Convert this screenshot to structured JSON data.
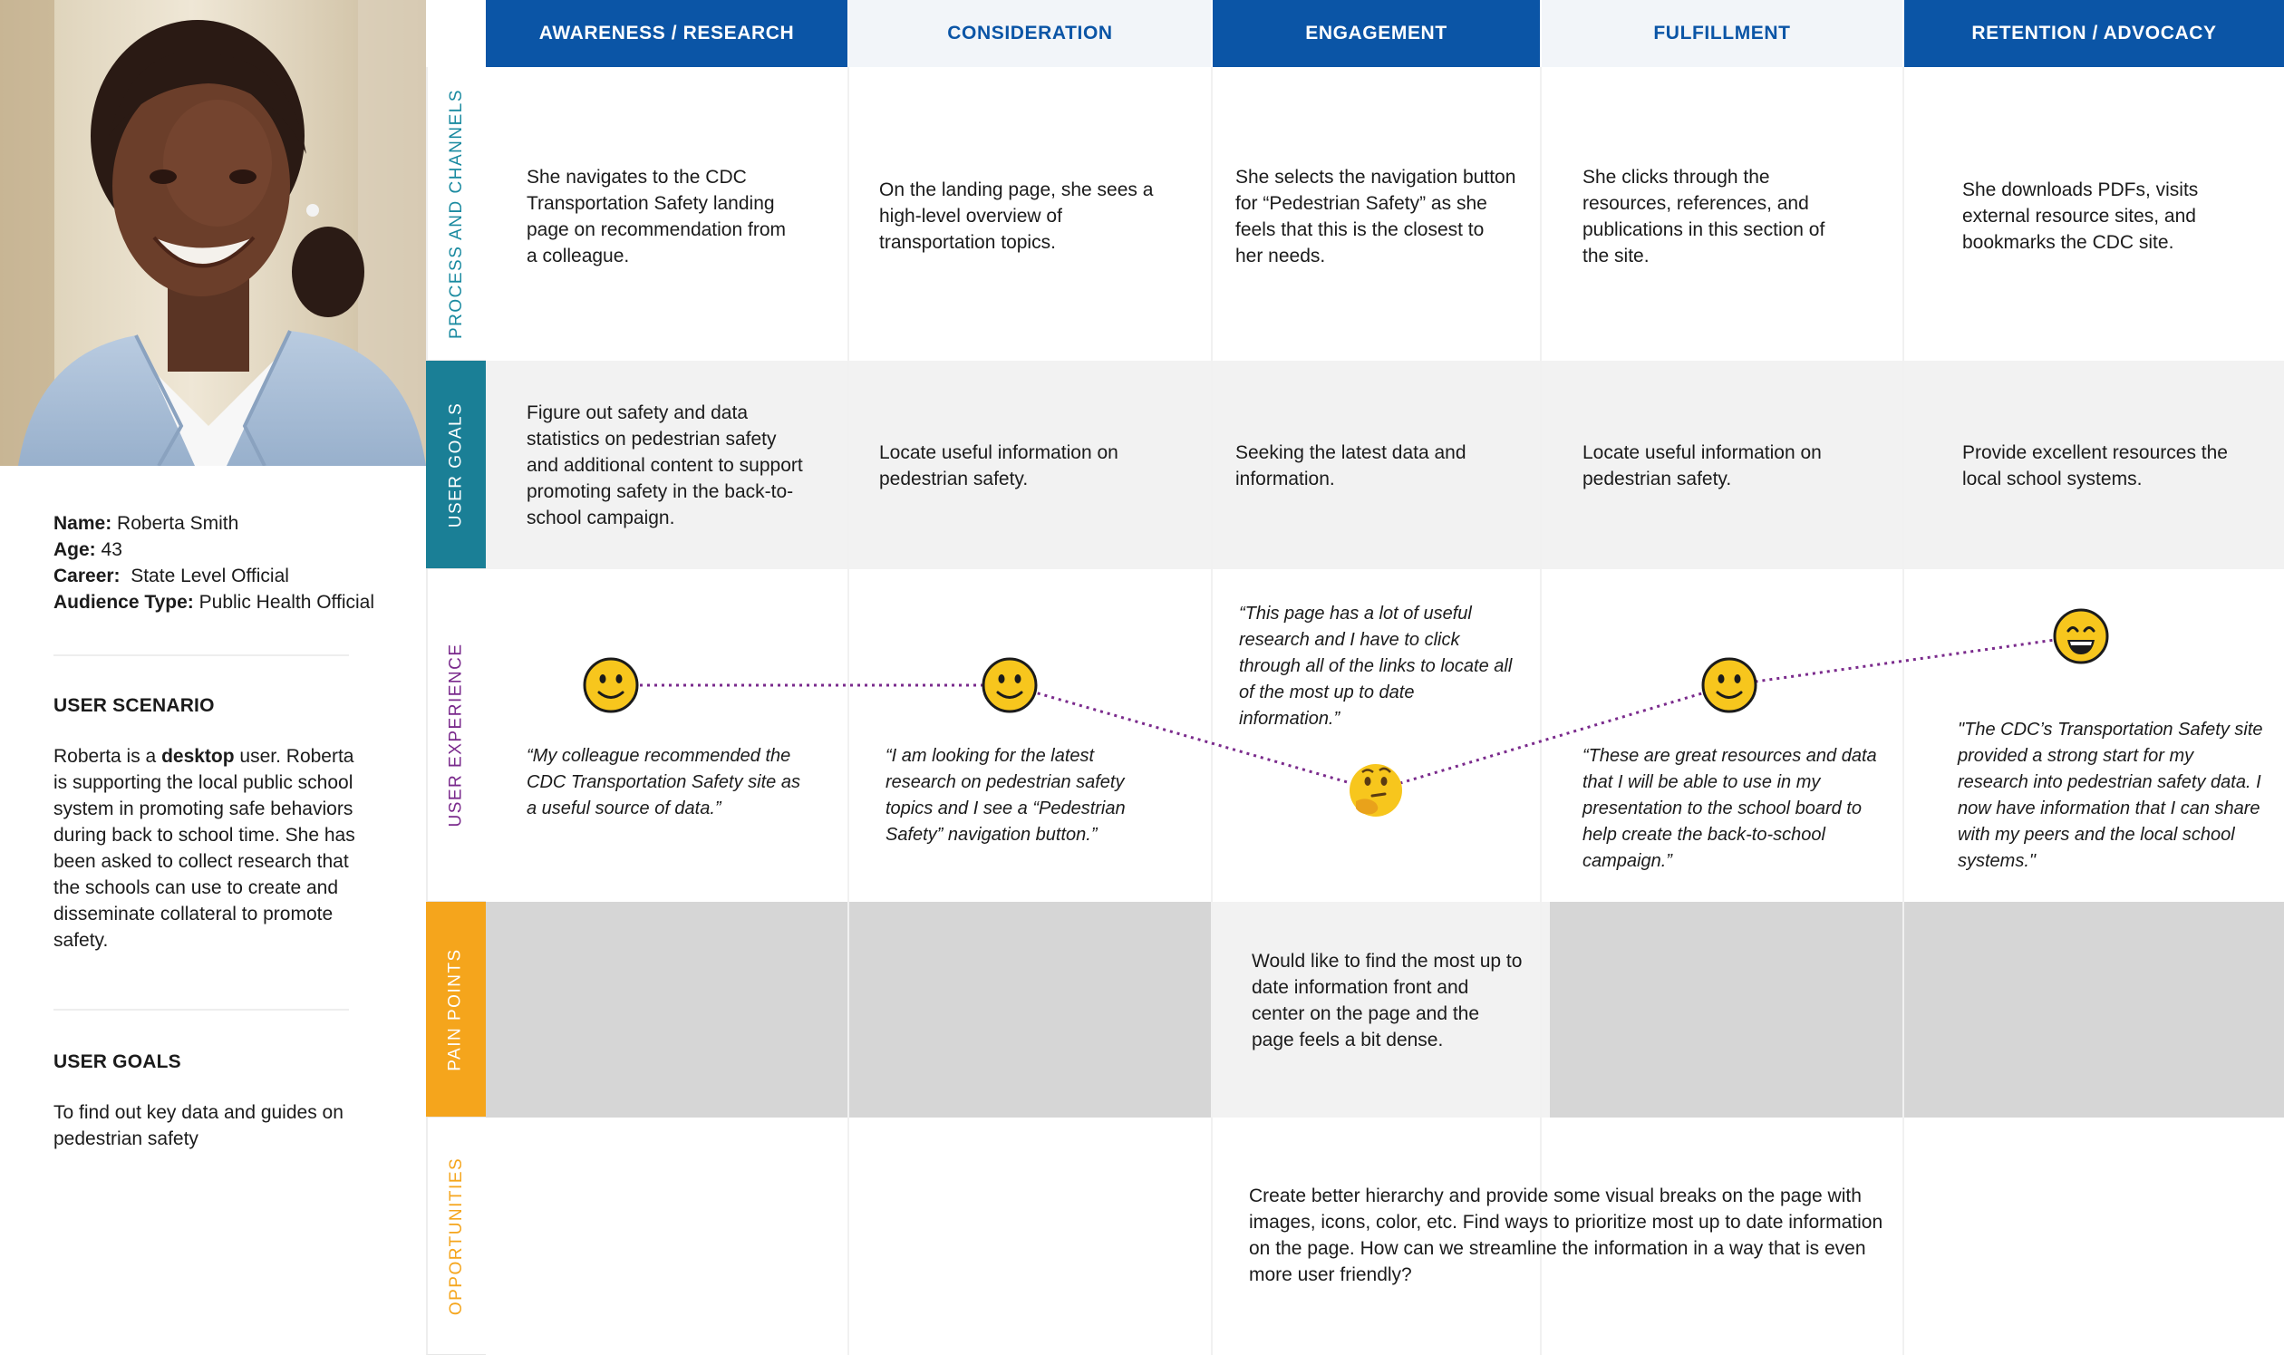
{
  "persona": {
    "name_label": "Name:",
    "name": "Roberta Smith",
    "age_label": "Age:",
    "age": "43",
    "career_label": "Career:",
    "career": "State Level Official",
    "audience_label": "Audience Type:",
    "audience": "Public Health Official",
    "scenario_title": "USER SCENARIO",
    "scenario_pre": "Roberta is a ",
    "scenario_bold": "desktop",
    "scenario_post": " user. Roberta is supporting the local public school system in promoting safe behaviors during back to school time. She has been asked to collect research that the schools can use to create and disseminate collateral to promote safety.",
    "goals_title": "USER GOALS",
    "goals_text": "To find out key data and guides on pedestrian safety"
  },
  "colors": {
    "header_dark": "#0b55a6",
    "header_light": "#f2f5f9",
    "process_teal": "#1a8aa0",
    "goals_teal": "#1a7f96",
    "experience_purple": "#7a2a8c",
    "pain_orange": "#f5a51c",
    "opportunity_orange": "#f5a51c",
    "band_gray": "#d6d6d6",
    "band_light": "#f2f2f2"
  },
  "stages": [
    "AWARENESS / RESEARCH",
    "CONSIDERATION",
    "ENGAGEMENT",
    "FULFILLMENT",
    "RETENTION / ADVOCACY"
  ],
  "rows": {
    "process": "PROCESS AND CHANNELS",
    "goals": "USER GOALS",
    "experience": "USER EXPERIENCE",
    "pain": "PAIN POINTS",
    "opportunities": "OPPORTUNITIES"
  },
  "process": [
    "She navigates to the CDC Transportation Safety landing page on recommendation from a colleague.",
    "On the landing page, she sees a high-level overview of transportation topics.",
    "She selects the navigation button for “Pedestrian Safety” as she feels that this is the closest to her needs.",
    "She clicks through the resources, references, and publications in this section of the site.",
    "She downloads PDFs, visits external resource sites, and bookmarks the CDC site."
  ],
  "goals": [
    "Figure out safety and data statistics on pedestrian safety and additional content to support promoting safety in the back-to-school campaign.",
    "Locate useful information on pedestrian safety.",
    "Seeking the latest data and information.",
    "Locate useful information on pedestrian safety.",
    "Provide excellent resources the local school systems."
  ],
  "experience": [
    {
      "emotion": "smile-icon",
      "quote": "“My colleague recommended the CDC Transportation Safety site as a useful source of data.”"
    },
    {
      "emotion": "smile-icon",
      "quote": "“I am looking for the latest research on pedestrian safety topics and I see a “Pedestrian Safety” navigation button.”"
    },
    {
      "emotion": "thinking-icon",
      "quote": "“This page has a lot of useful research and I have to click through all of the links to locate all of the most up to date information.”"
    },
    {
      "emotion": "smile-icon",
      "quote": "“These are great resources and data that I will be able to use in my presentation to the school board to help create the back-to-school campaign.”"
    },
    {
      "emotion": "grin-icon",
      "quote": "\"The CDC’s Transportation Safety site provided a strong start for my research into pedestrian safety data. I now have information that I can share with my peers and the local school systems.\""
    }
  ],
  "pain_point": "Would like to find the most up to date information front and center on the page and the page feels a bit dense.",
  "opportunity": "Create better hierarchy and provide some visual breaks on the page with images, icons, color, etc. Find ways to prioritize most up to date information on the page. How can we streamline the information in a way that is even more user friendly?"
}
